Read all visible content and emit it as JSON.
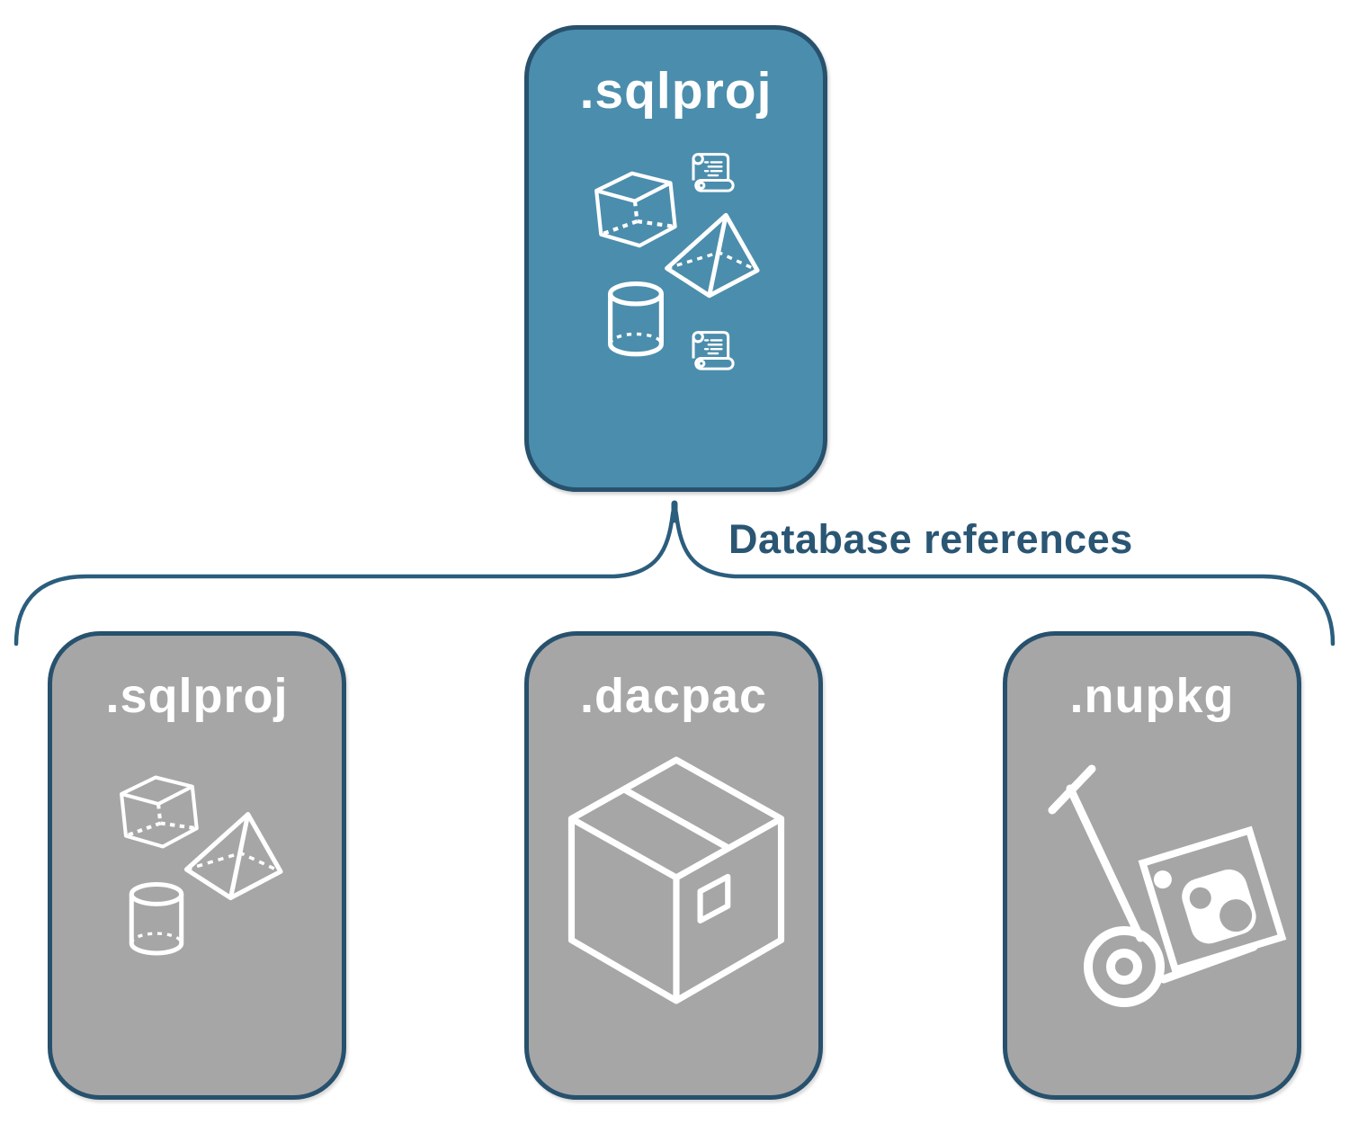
{
  "diagram": {
    "parent": {
      "label": ".sqlproj",
      "icons": [
        "scroll-icon",
        "cube-icon",
        "pyramid-icon",
        "cylinder-icon",
        "scroll-icon"
      ]
    },
    "connector": {
      "label": "Database references"
    },
    "children": [
      {
        "label": ".sqlproj",
        "icons": [
          "cube-icon",
          "pyramid-icon",
          "cylinder-icon"
        ]
      },
      {
        "label": ".dacpac",
        "icons": [
          "package-box-icon"
        ]
      },
      {
        "label": ".nupkg",
        "icons": [
          "hand-truck-icon",
          "nuget-logo"
        ]
      }
    ],
    "colors": {
      "parent_fill": "#4b8dac",
      "child_fill": "#a6a6a6",
      "outline": "#27516d",
      "connector_stroke": "#2b5d7d",
      "label_text": "#2a5674",
      "icon_stroke": "#ffffff"
    }
  }
}
